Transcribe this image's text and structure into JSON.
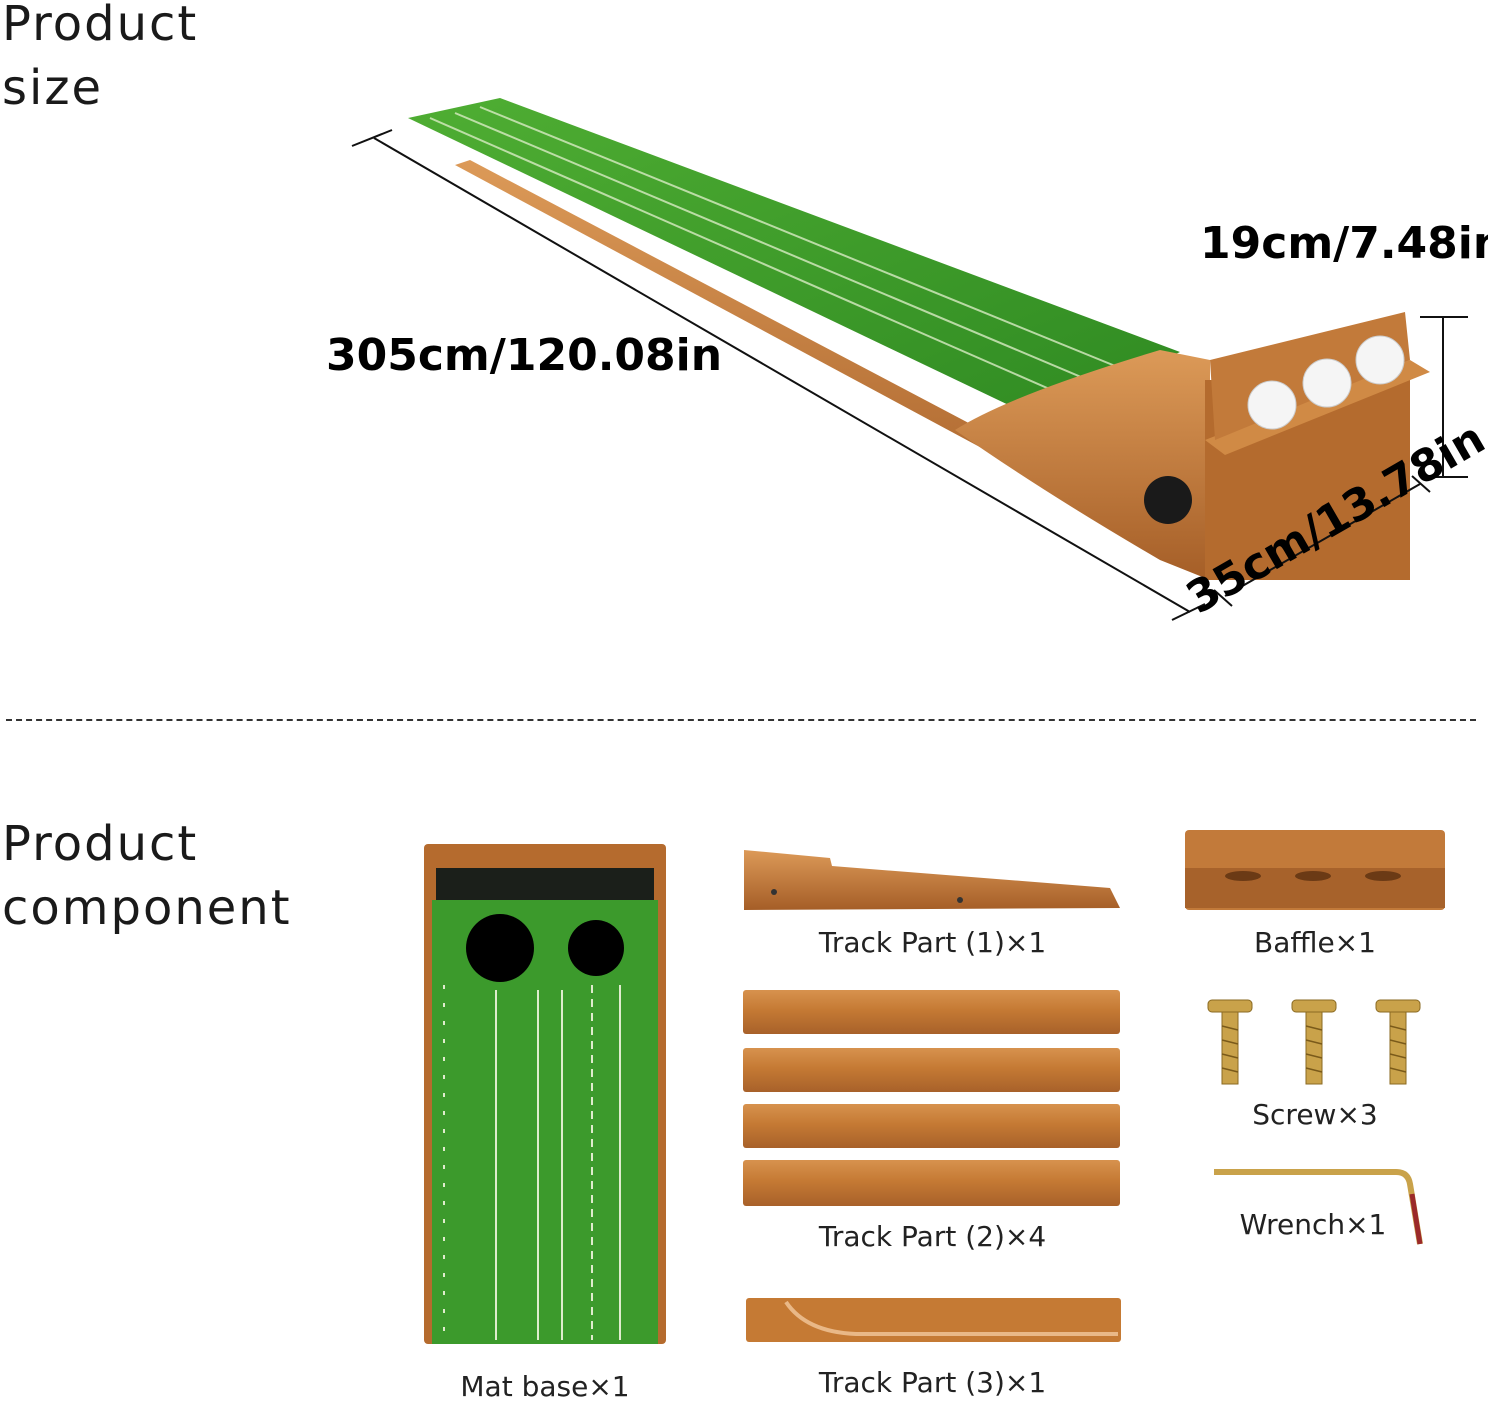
{
  "sections": {
    "size_title_line1": "Product",
    "size_title_line2": "size",
    "component_title_line1": "Product",
    "component_title_line2": "component"
  },
  "dimensions": {
    "length": "305cm/120.08in",
    "height": "19cm/7.48in",
    "width": "35cm/13.78in"
  },
  "components": {
    "mat_base": "Mat base×1",
    "track_part_1": "Track Part (1)×1",
    "track_part_2": "Track Part (2)×4",
    "track_part_3": "Track Part (3)×1",
    "baffle": "Baffle×1",
    "screw": "Screw×3",
    "wrench": "Wrench×1"
  },
  "colors": {
    "turf": "#3f9a2c",
    "wood": "#c57a34",
    "text": "#111111"
  }
}
